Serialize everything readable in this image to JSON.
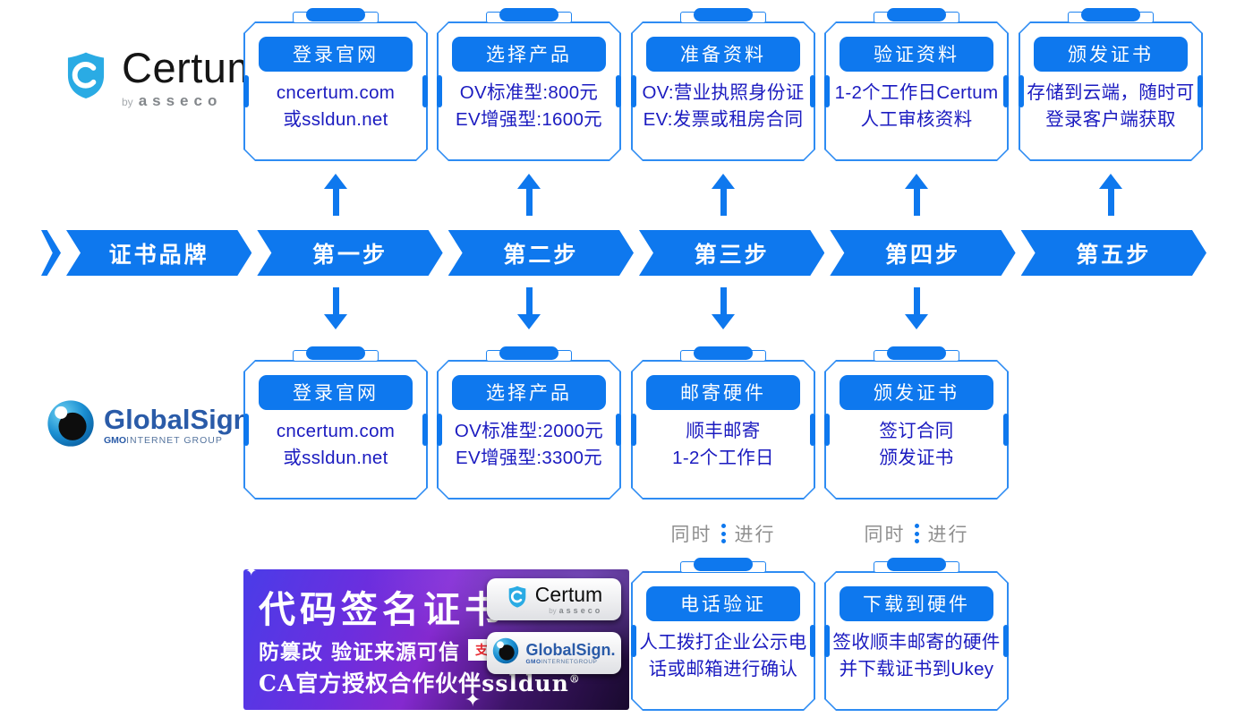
{
  "colors": {
    "primary_blue": "#0e78ee",
    "card_text_navy": "#1b1bc0",
    "parallel_gray": "#8f8f8f",
    "certum_shield_blue": "#2aabe4",
    "globalsign_blue": "#2a5ba8",
    "badge_red": "#e8262d"
  },
  "brands": {
    "certum": {
      "wordmark": "Certum",
      "byline_by": "by",
      "byline_brand": "asseco"
    },
    "globalsign": {
      "wordmark": "GlobalSign.",
      "group_bold": "GMO",
      "group_rest": "INTERNET GROUP"
    }
  },
  "banner": {
    "segments": [
      "证书品牌",
      "第一步",
      "第二步",
      "第三步",
      "第四步",
      "第五步"
    ]
  },
  "certum_steps": [
    {
      "button": "登录官网",
      "line1": "cncertum.com",
      "line2": "或ssldun.net"
    },
    {
      "button": "选择产品",
      "line1": "OV标准型:800元",
      "line2": "EV增强型:1600元"
    },
    {
      "button": "准备资料",
      "line1": "OV:营业执照身份证",
      "line2": "EV:发票或租房合同"
    },
    {
      "button": "验证资料",
      "line1": "1-2个工作日Certum",
      "line2": "人工审核资料"
    },
    {
      "button": "颁发证书",
      "line1": "存储到云端，随时可",
      "line2": "登录客户端获取"
    }
  ],
  "globalsign_steps": [
    {
      "button": "登录官网",
      "line1": "cncertum.com",
      "line2": "或ssldun.net"
    },
    {
      "button": "选择产品",
      "line1": "OV标准型:2000元",
      "line2": "EV增强型:3300元"
    },
    {
      "button": "邮寄硬件",
      "line1": "顺丰邮寄",
      "line2": "1-2个工作日"
    },
    {
      "button": "颁发证书",
      "line1": "签订合同",
      "line2": "颁发证书"
    }
  ],
  "parallel_steps": [
    {
      "button": "电话验证",
      "line1": "人工拨打企业公示电",
      "line2": "话或邮箱进行确认"
    },
    {
      "button": "下载到硬件",
      "line1": "签收顺丰邮寄的硬件",
      "line2": "并下载证书到Ukey"
    }
  ],
  "parallel_label": {
    "left": "同时",
    "right": "进行"
  },
  "ad": {
    "title": "代码签名证书",
    "subtitle": "防篡改 验证来源可信",
    "badge": "支持WHQL",
    "partner_line": "CA官方授权合作伙伴ssldun",
    "reg_mark": "®",
    "sparkle": "✦",
    "certum_pill": {
      "wordmark": "Certum",
      "byline_by": "by",
      "byline_brand": "asseco"
    },
    "globalsign_pill": {
      "wordmark": "GlobalSign.",
      "group_bold": "GMO",
      "group_rest": "INTERNETGROUP"
    }
  }
}
